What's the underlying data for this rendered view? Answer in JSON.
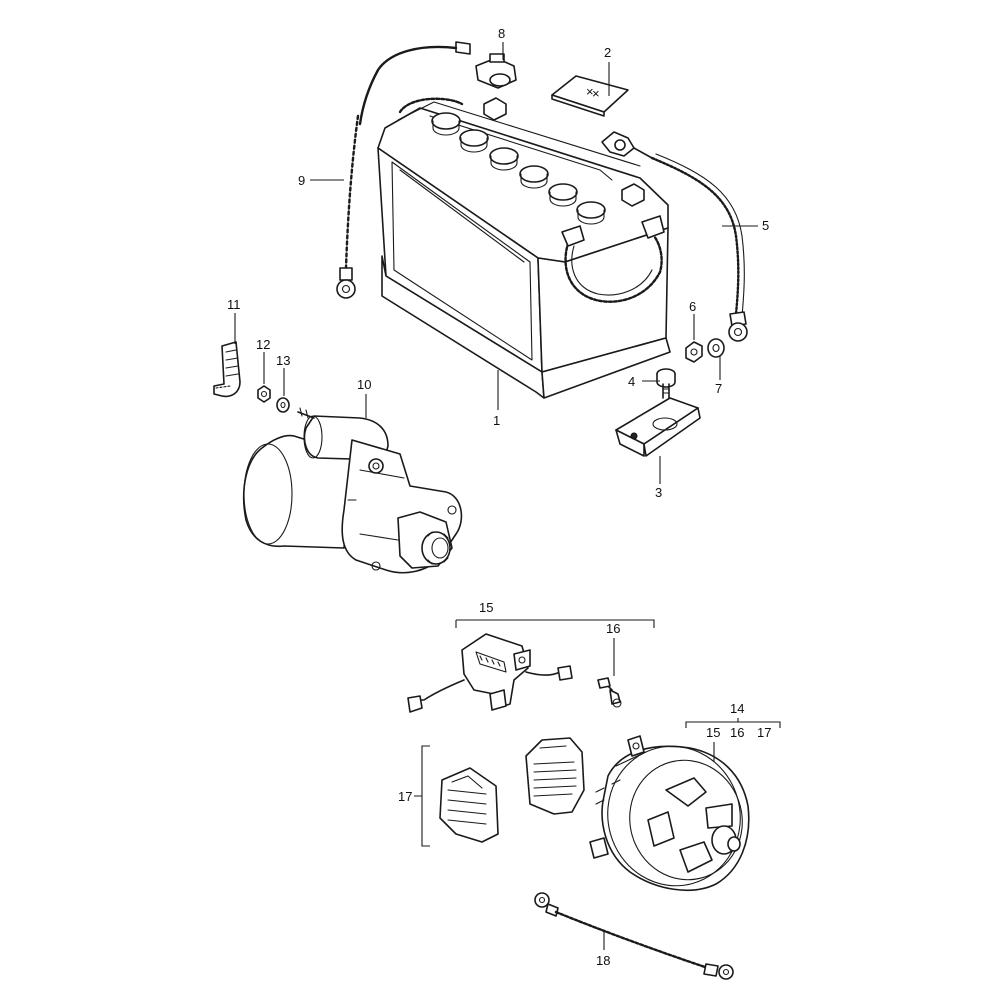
{
  "callouts": {
    "c1": "1",
    "c2": "2",
    "c3": "3",
    "c4": "4",
    "c5": "5",
    "c6": "6",
    "c7": "7",
    "c8": "8",
    "c9": "9",
    "c10": "10",
    "c11": "11",
    "c12": "12",
    "c13": "13",
    "c14": "14",
    "c15a": "15",
    "c15b": "15",
    "c16a": "16",
    "c16b": "16",
    "c17a": "17",
    "c17b": "17",
    "c18": "18"
  }
}
